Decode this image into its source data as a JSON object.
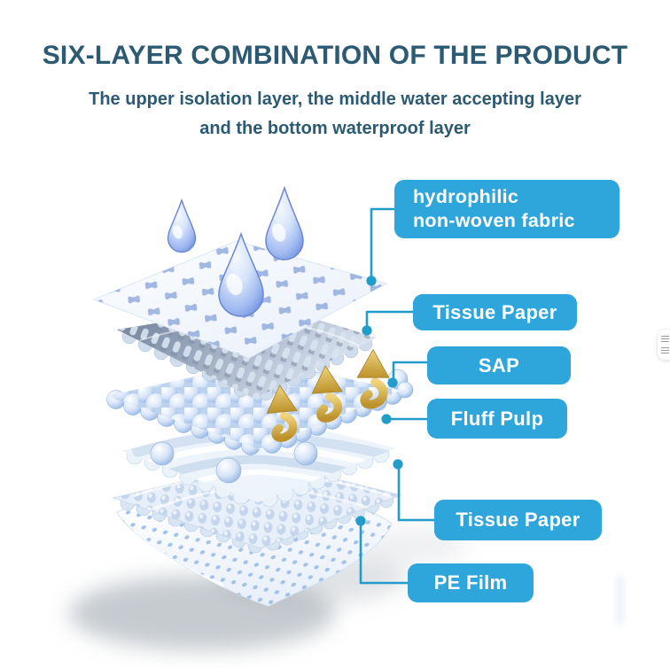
{
  "header": {
    "title": "SIX-LAYER COMBINATION OF THE PRODUCT",
    "subtitle_line1": "The upper isolation layer, the middle water accepting layer",
    "subtitle_line2": "and the bottom waterproof layer"
  },
  "callouts": [
    {
      "id": "hydrophilic-non-woven-fabric",
      "line1": "hydrophilic",
      "line2": "non-woven fabric"
    },
    {
      "id": "tissue-paper-upper",
      "text": "Tissue Paper"
    },
    {
      "id": "sap",
      "text": "SAP"
    },
    {
      "id": "fluff-pulp",
      "text": "Fluff Pulp"
    },
    {
      "id": "tissue-paper-lower",
      "text": "Tissue Paper"
    },
    {
      "id": "pe-film",
      "text": "PE Film"
    }
  ],
  "illustration": {
    "type": "exploded-layer-diagram",
    "layer_order_top_to_bottom": [
      "hydrophilic non-woven fabric",
      "Tissue Paper",
      "SAP",
      "Fluff Pulp",
      "Tissue Paper",
      "PE Film"
    ],
    "water_drop_count": 3,
    "absorption_arrow_count": 3
  },
  "colors": {
    "title_text": "#2b5a72",
    "callout_bg": "#2ea6dc",
    "callout_text": "#ffffff",
    "leader_line": "#219ccb",
    "arrow_gold": "#cfa83d",
    "water_drop_blue": "#7b97e0"
  }
}
